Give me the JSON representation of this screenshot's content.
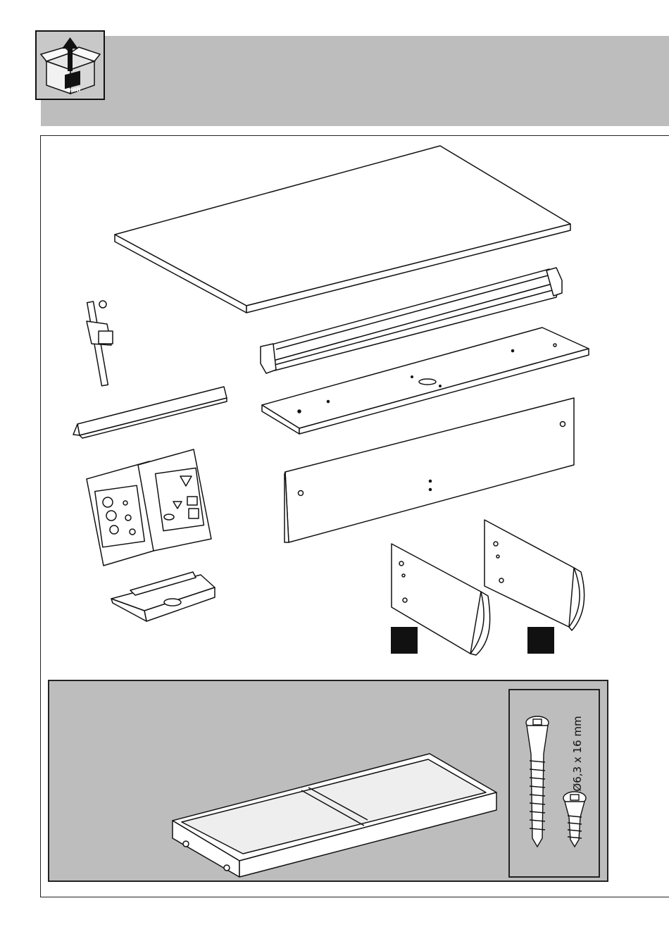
{
  "header": {
    "icon_name": "unbox-arrow-icon",
    "icon_brand_text": "moll",
    "band_color": "#bdbdbd"
  },
  "parts": {
    "tabletop": "tabletop-panel",
    "crossbar": "cable-tray-crossbar",
    "support_rail": "support-rail",
    "back_panel": "modesty-back-panel",
    "legs": [
      "left-leg-panel",
      "right-leg-panel"
    ],
    "small_parts": [
      "crank-handle",
      "angle-strip",
      "organizer-folder",
      "pen-tray"
    ]
  },
  "hardware": {
    "screw_size_label": "Ø6,3 x 16 mm",
    "drawer": "drawer-assembly"
  }
}
